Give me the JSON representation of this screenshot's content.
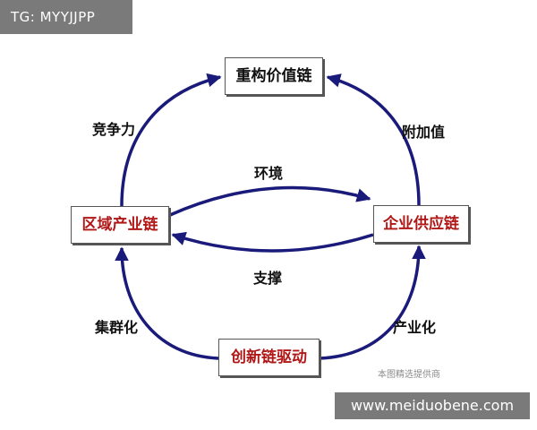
{
  "watermark_top": "TG: MYYJJPP",
  "watermark_bottom": "www.meiduobene.com",
  "watermark_small": "本图精选提供商",
  "colors": {
    "arrow": "#1a1a7a",
    "red_text": "#b01818"
  },
  "nodes": {
    "top": "重构价值链",
    "left": "区域产业链",
    "right": "企业供应链",
    "bottom": "创新链驱动"
  },
  "edges": {
    "competitiveness": "竞争力",
    "added_value": "附加值",
    "environment": "环境",
    "support": "支撑",
    "clustering": "集群化",
    "industrialization": "产业化"
  }
}
